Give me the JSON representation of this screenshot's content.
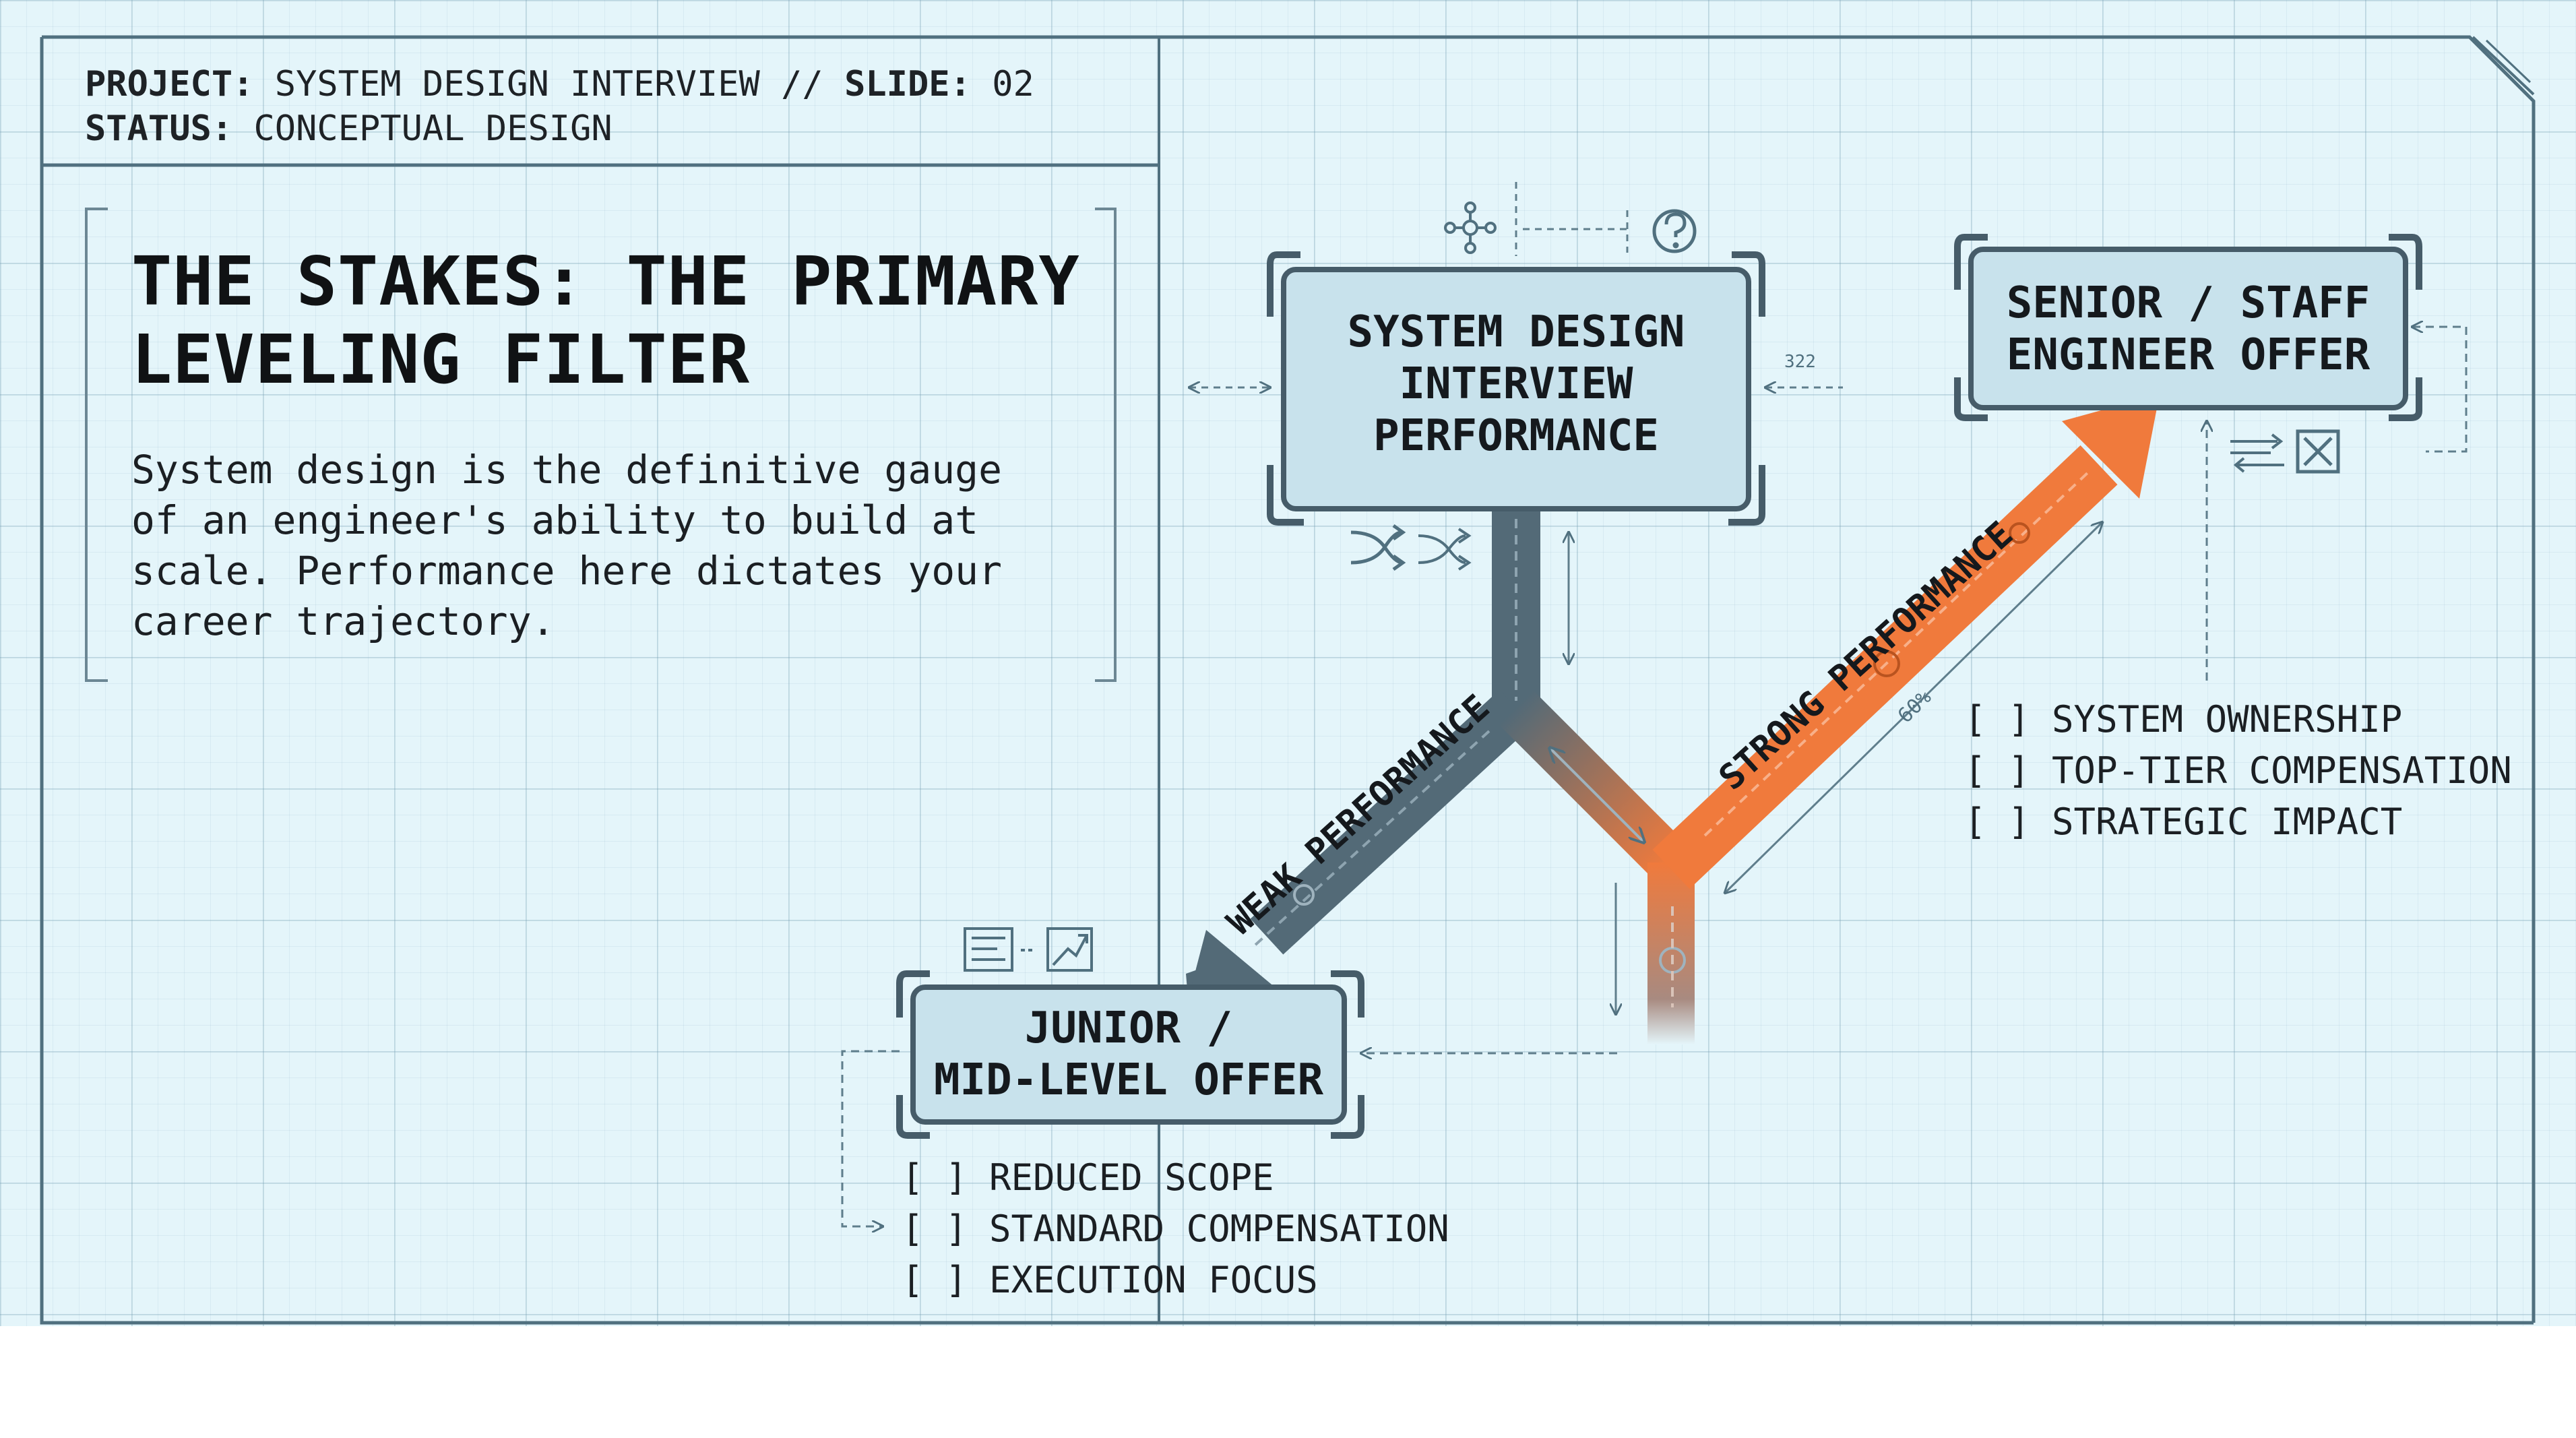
{
  "header": {
    "project_label": "PROJECT:",
    "project_value": "SYSTEM DESIGN INTERVIEW //",
    "slide_label": "SLIDE:",
    "slide_value": "02",
    "status_label": "STATUS:",
    "status_value": "CONCEPTUAL DESIGN"
  },
  "intro": {
    "title_line1": "THE STAKES: THE PRIMARY",
    "title_line2": "LEVELING FILTER",
    "description": "System design is the definitive gauge of an engineer's ability to build at scale. Performance here dictates your career trajectory."
  },
  "diagram": {
    "source_box": "SYSTEM DESIGN INTERVIEW PERFORMANCE",
    "senior_box": "SENIOR / STAFF ENGINEER OFFER",
    "junior_box_line1": "JUNIOR /",
    "junior_box_line2": "MID-LEVEL OFFER",
    "weak_label": "WEAK PERFORMANCE",
    "strong_label": "STRONG PERFORMANCE",
    "dim_322": "322",
    "dim_60": "60%",
    "senior_benefits": [
      "[ ] SYSTEM OWNERSHIP",
      "[ ] TOP-TIER COMPENSATION",
      "[ ] STRATEGIC IMPACT"
    ],
    "junior_benefits": [
      "[ ] REDUCED SCOPE",
      "[ ] STANDARD COMPENSATION",
      "[ ] EXECUTION FOCUS"
    ],
    "colors": {
      "weak_path": "#536a77",
      "strong_path": "#f07a3c",
      "box_fill": "#c8e2ec",
      "box_stroke": "#465c69"
    }
  }
}
